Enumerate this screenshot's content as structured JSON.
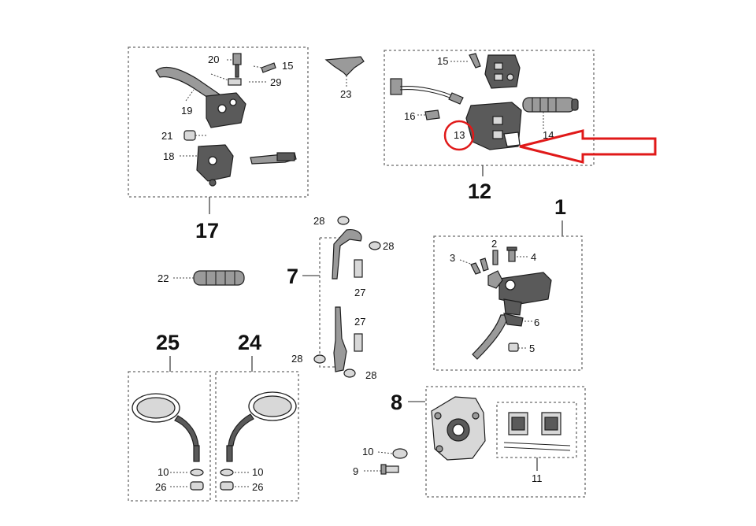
{
  "diagram": {
    "highlight_color": "#e01919",
    "assemblies": [
      {
        "id": "17",
        "label": "17"
      },
      {
        "id": "12",
        "label": "12"
      },
      {
        "id": "1",
        "label": "1"
      },
      {
        "id": "7",
        "label": "7"
      },
      {
        "id": "8",
        "label": "8"
      },
      {
        "id": "25",
        "label": "25"
      },
      {
        "id": "24",
        "label": "24"
      }
    ],
    "parts": {
      "p20": "20",
      "p15a": "15",
      "p29": "29",
      "p19": "19",
      "p21": "21",
      "p18": "18",
      "p23": "23",
      "p15b": "15",
      "p16": "16",
      "p13": "13",
      "p14": "14",
      "p28a": "28",
      "p28b": "28",
      "p27a": "27",
      "p27b": "27",
      "p28c": "28",
      "p28d": "28",
      "p22": "22",
      "p2": "2",
      "p3": "3",
      "p4": "4",
      "p6": "6",
      "p5": "5",
      "p10a": "10",
      "p9": "9",
      "p11": "11",
      "p10b": "10",
      "p26a": "26",
      "p10c": "10",
      "p26b": "26"
    },
    "highlighted_part": "13"
  }
}
